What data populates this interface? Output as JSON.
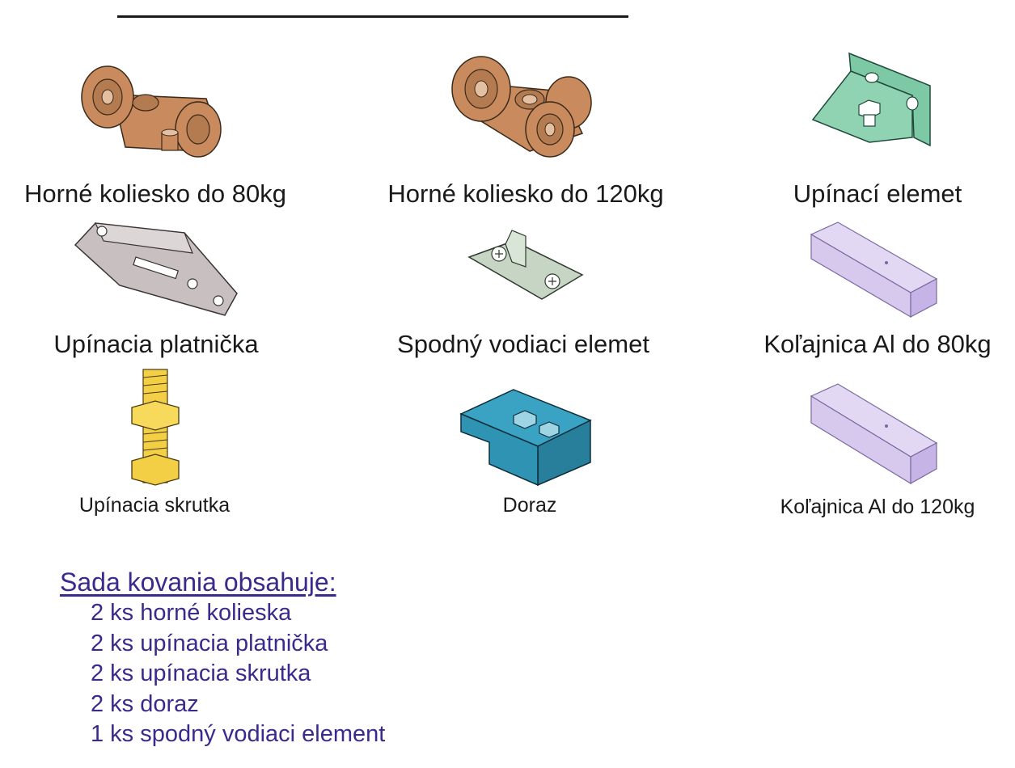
{
  "parts": [
    {
      "icon": "upper-roller-80kg-icon",
      "caption": "Horné koliesko do 80kg"
    },
    {
      "icon": "upper-roller-120kg-icon",
      "caption": "Horné koliesko do 120kg"
    },
    {
      "icon": "mounting-bracket-icon",
      "caption": "Upínací elemet"
    },
    {
      "icon": "mounting-plate-icon",
      "caption": "Upínacia platnička"
    },
    {
      "icon": "bottom-guide-icon",
      "caption": "Spodný vodiaci elemet"
    },
    {
      "icon": "rail-80kg-icon",
      "caption": "Koľajnica Al do 80kg"
    },
    {
      "icon": "mounting-bolt-icon",
      "caption": "Upínacia skrutka"
    },
    {
      "icon": "stopper-icon",
      "caption": "Doraz"
    },
    {
      "icon": "rail-120kg-icon",
      "caption": "Koľajnica Al do 120kg"
    }
  ],
  "kit": {
    "title": "Sada kovania obsahuje:",
    "items": [
      "2 ks horné kolieska",
      "2 ks upínacia platnička",
      "2 ks upínacia skrutka",
      "2 ks doraz",
      "1 ks spodný vodiaci element"
    ]
  },
  "colors": {
    "roller": "#c98a5e",
    "bracket": "#7dc9a6",
    "plate": "#c8bfc0",
    "guide": "#c7d6c4",
    "rail": "#d7c8ee",
    "bolt": "#f2cf45",
    "stopper": "#2f93b3",
    "kit_text": "#3a2a8c"
  }
}
